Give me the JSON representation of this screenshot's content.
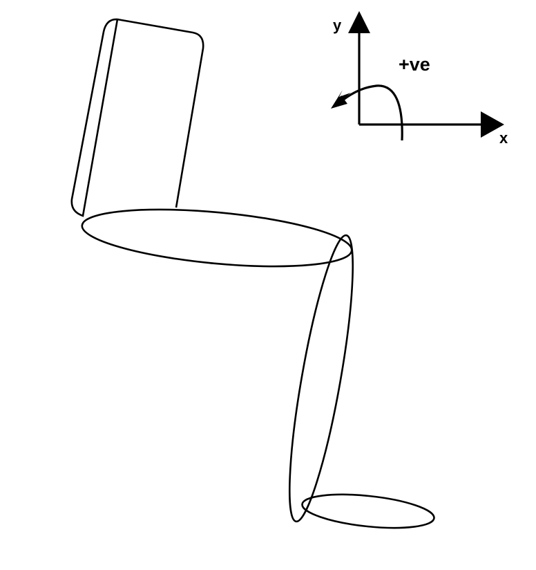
{
  "axes": {
    "y_label": "y",
    "x_label": "x",
    "rotation_label": "+ve"
  }
}
